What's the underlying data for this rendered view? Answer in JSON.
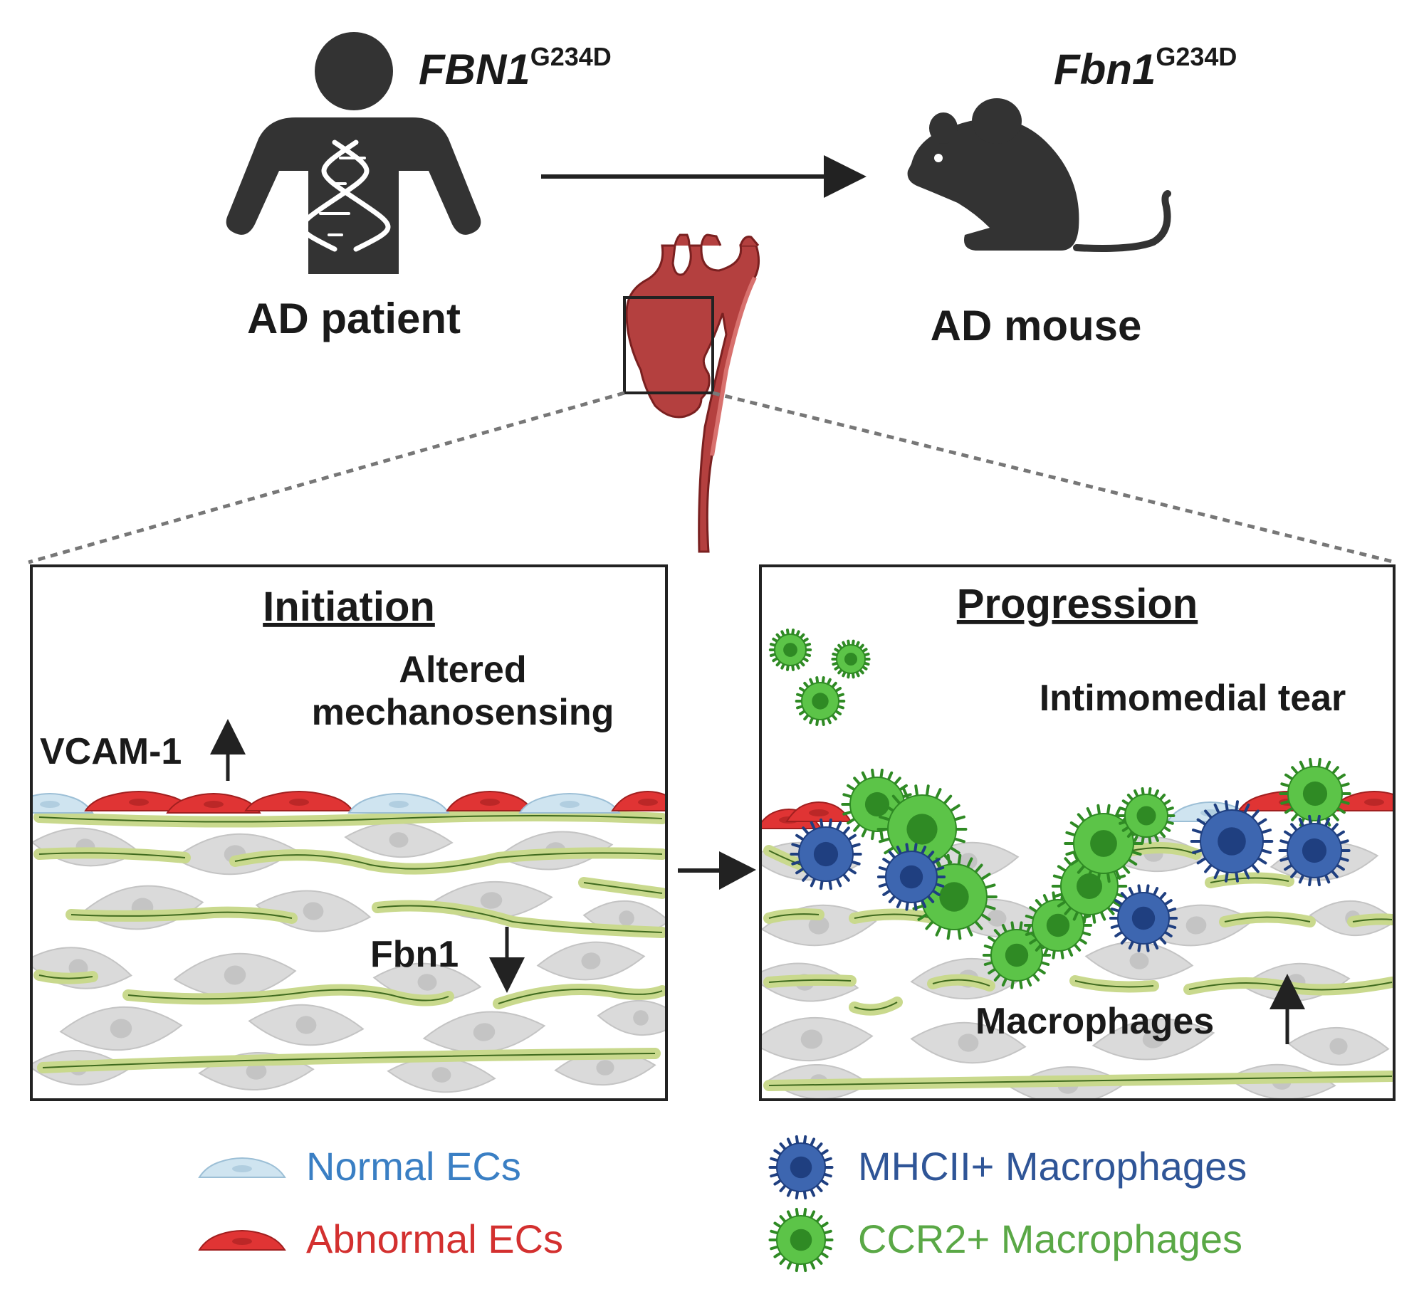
{
  "top": {
    "human_gene": "FBN1",
    "human_gene_sup": "G234D",
    "human_label": "AD patient",
    "mouse_gene": "Fbn1",
    "mouse_gene_sup": "G234D",
    "mouse_label": "AD mouse"
  },
  "initiation": {
    "title": "Initiation",
    "mechano_line1": "Altered",
    "mechano_line2": "mechanosensing",
    "vcam": "VCAM-1",
    "fbn1": "Fbn1"
  },
  "progression": {
    "title": "Progression",
    "tear": "Intimomedial tear",
    "macrophages": "Macrophages"
  },
  "legend": {
    "normal_ecs": "Normal ECs",
    "abnormal_ecs": "Abnormal ECs",
    "mhcii": "MHCII+ Macrophages",
    "ccr2": "CCR2+ Macrophages"
  },
  "colors": {
    "normal_ec": "#cfe4f0",
    "abnormal_ec": "#e03434",
    "mhcii": "#3d66b0",
    "ccr2": "#5cc448",
    "fiber": "#c9d98d",
    "aorta": "#b4403f",
    "normal_text": "#3a7fc4",
    "abnormal_text": "#d3302f",
    "mhcii_text": "#2f5597",
    "ccr2_text": "#5aa846"
  }
}
